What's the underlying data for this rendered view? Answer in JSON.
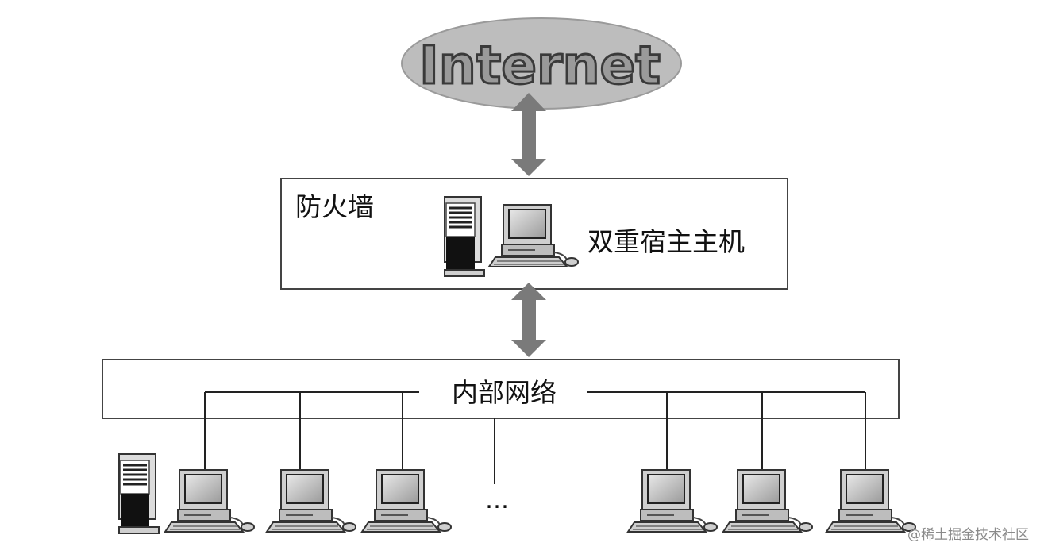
{
  "internet": {
    "label": "Internet"
  },
  "firewall": {
    "label": "防火墙",
    "host_label": "双重宿主主机"
  },
  "lan": {
    "label": "内部网络",
    "ellipsis": "…"
  },
  "watermark": "@稀土掘金技术社区",
  "colors": {
    "ellipse": "#bdbdbd",
    "arrow": "#7a7a7a",
    "box": "#444444",
    "text": "#111111"
  }
}
